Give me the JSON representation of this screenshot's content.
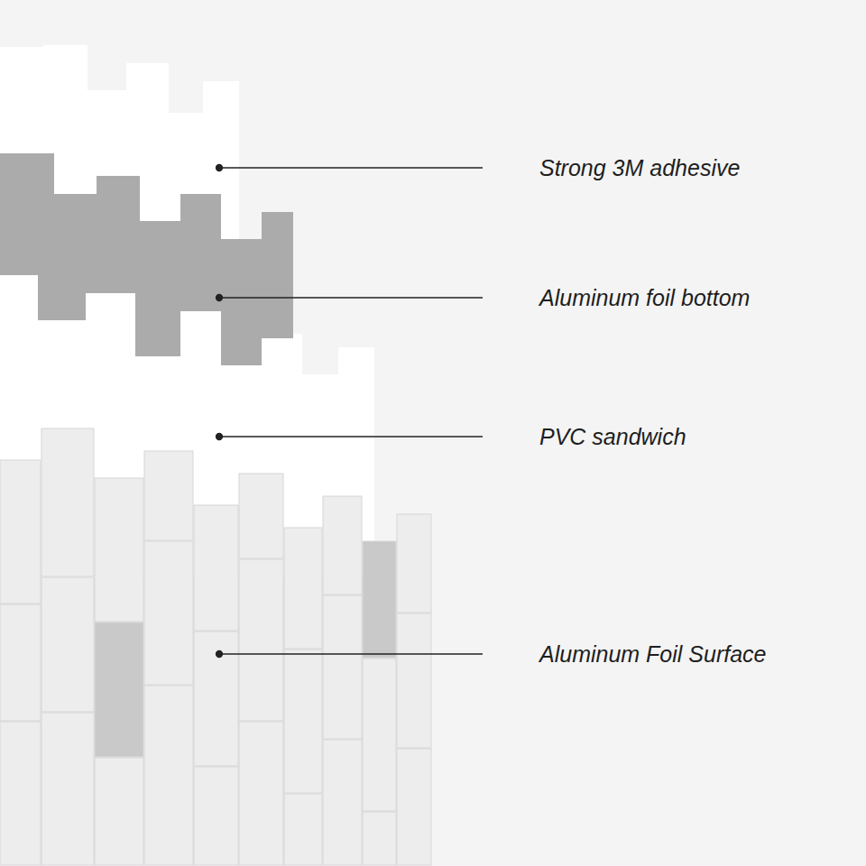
{
  "diagram": {
    "labels": [
      "Strong 3M adhesive",
      "Aluminum foil bottom",
      "PVC sandwich",
      "Aluminum Foil Surface"
    ]
  }
}
